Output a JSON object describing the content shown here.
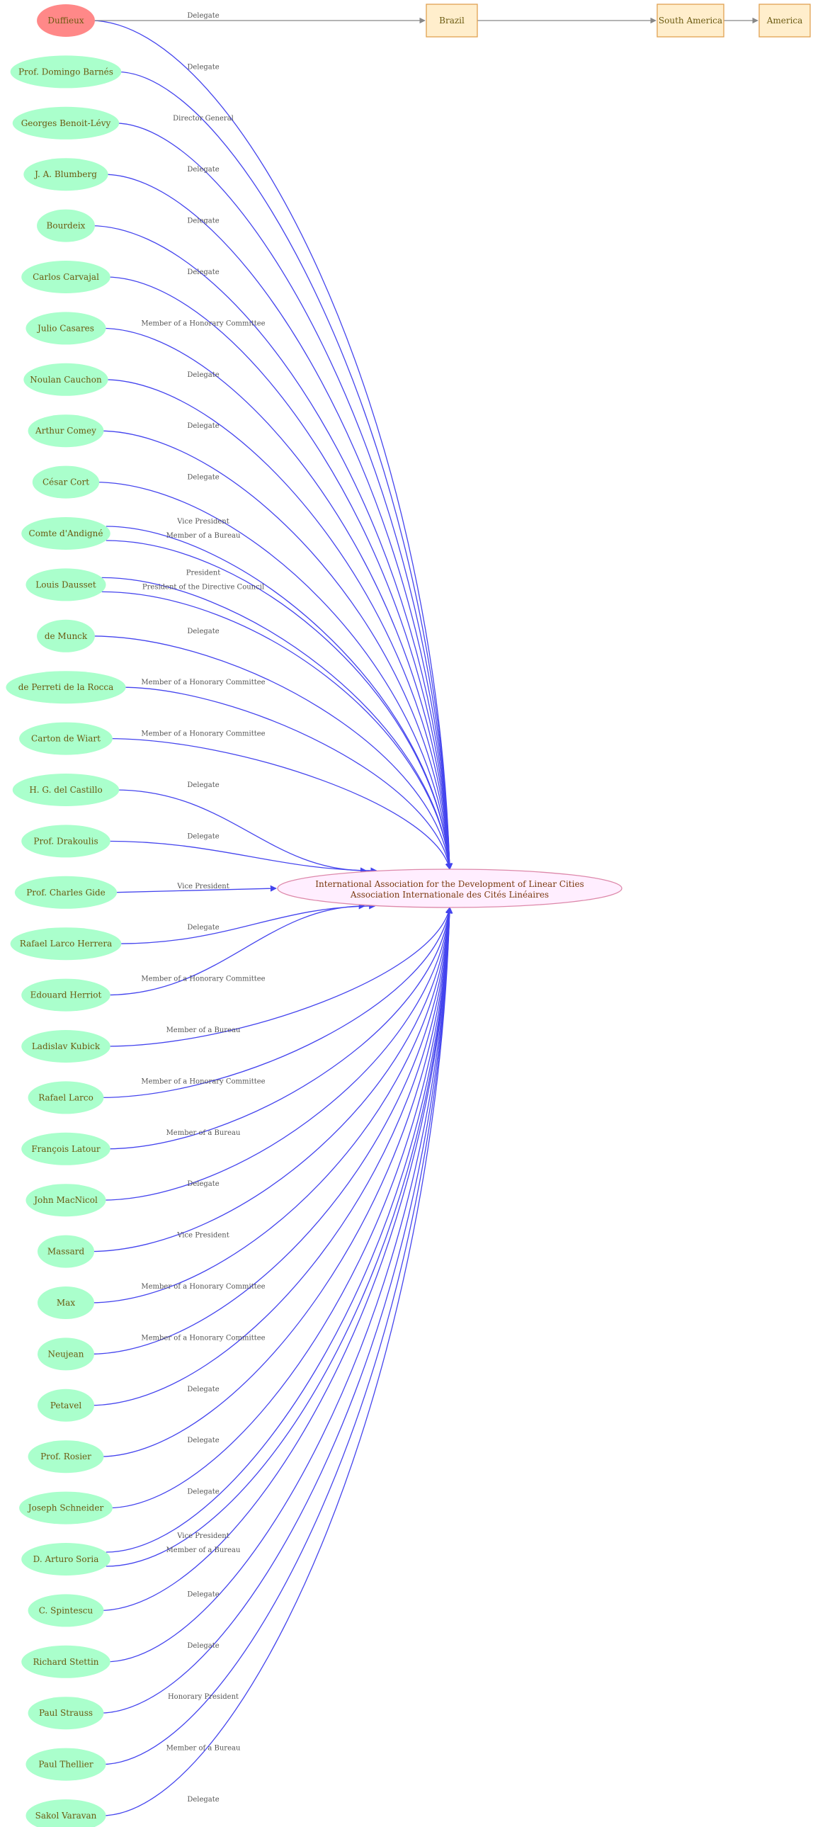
{
  "colors": {
    "person_fill": "#aaffcc",
    "highlight_fill": "#ff8888",
    "highlight_text": "#c0392b",
    "org_fill": "#ffeeff",
    "org_stroke": "#dd88aa",
    "place_fill": "#ffeecc",
    "place_stroke": "#e0a050",
    "edge_blue": "#4444ee",
    "edge_gray": "#888888",
    "node_text": "#6b5a10"
  },
  "organization": {
    "line1": "International Association for the Development of Linear Cities",
    "line2": "Association Internationale des Cités Linéaires"
  },
  "places": [
    {
      "id": "brazil",
      "label": "Brazil"
    },
    {
      "id": "south-america",
      "label": "South America"
    },
    {
      "id": "america",
      "label": "America"
    }
  ],
  "people": [
    {
      "name": "Duffieux",
      "highlight": true,
      "roles": [
        "Delegate"
      ]
    },
    {
      "name": "Prof. Domingo Barnés",
      "roles": [
        "Delegate"
      ]
    },
    {
      "name": "Georges Benoit-Lévy",
      "roles": [
        "Director General"
      ]
    },
    {
      "name": "J. A. Blumberg",
      "roles": [
        "Delegate"
      ]
    },
    {
      "name": "Bourdeix",
      "roles": [
        "Delegate"
      ]
    },
    {
      "name": "Carlos Carvajal",
      "roles": [
        "Delegate"
      ]
    },
    {
      "name": "Julio Casares",
      "roles": [
        "Member of a Honorary Committee"
      ]
    },
    {
      "name": "Noulan Cauchon",
      "roles": [
        "Delegate"
      ]
    },
    {
      "name": "Arthur Comey",
      "roles": [
        "Delegate"
      ]
    },
    {
      "name": "César Cort",
      "roles": [
        "Delegate"
      ]
    },
    {
      "name": "Comte d'Andigné",
      "roles": [
        "Vice President",
        "Member of a Bureau"
      ]
    },
    {
      "name": "Louis Dausset",
      "roles": [
        "President",
        "President of the Directive Council"
      ]
    },
    {
      "name": "de Munck",
      "roles": [
        "Delegate"
      ]
    },
    {
      "name": "de Perreti de la Rocca",
      "roles": [
        "Member of a Honorary Committee"
      ]
    },
    {
      "name": "Carton  de Wiart",
      "roles": [
        "Member of a Honorary Committee"
      ]
    },
    {
      "name": "H. G.  del Castillo",
      "roles": [
        "Delegate"
      ]
    },
    {
      "name": "Prof. Drakoulis",
      "roles": [
        "Delegate"
      ]
    },
    {
      "name": "Prof. Charles Gide",
      "roles": [
        "Vice President"
      ]
    },
    {
      "name": "Rafael Larco Herrera",
      "roles": [
        "Delegate"
      ]
    },
    {
      "name": "Edouard Herriot",
      "roles": [
        "Member of a Honorary Committee"
      ]
    },
    {
      "name": "Ladislav Kubick",
      "roles": [
        "Member of a Bureau"
      ]
    },
    {
      "name": "Rafael Larco",
      "roles": [
        "Member of a Honorary Committee"
      ]
    },
    {
      "name": "François Latour",
      "roles": [
        "Member of a Bureau"
      ]
    },
    {
      "name": "John MacNicol",
      "roles": [
        "Delegate"
      ]
    },
    {
      "name": "Massard",
      "roles": [
        "Vice President"
      ]
    },
    {
      "name": "Max",
      "roles": [
        "Member of a Honorary Committee"
      ]
    },
    {
      "name": "Neujean",
      "roles": [
        "Member of a Honorary Committee"
      ]
    },
    {
      "name": "Petavel",
      "roles": [
        "Delegate"
      ]
    },
    {
      "name": "Prof. Rosier",
      "roles": [
        "Delegate"
      ]
    },
    {
      "name": "Joseph Schneider",
      "roles": [
        "Delegate"
      ]
    },
    {
      "name": "D. Arturo Soria",
      "roles": [
        "Vice President",
        "Member of a Bureau"
      ]
    },
    {
      "name": "C. Spintescu",
      "roles": [
        "Delegate"
      ]
    },
    {
      "name": "Richard Stettin",
      "roles": [
        "Delegate"
      ]
    },
    {
      "name": "Paul Strauss",
      "roles": [
        "Honorary President"
      ]
    },
    {
      "name": "Paul Thellier",
      "roles": [
        "Member of a Bureau"
      ]
    },
    {
      "name": "Sakol Varavan",
      "roles": [
        "Delegate"
      ]
    }
  ]
}
